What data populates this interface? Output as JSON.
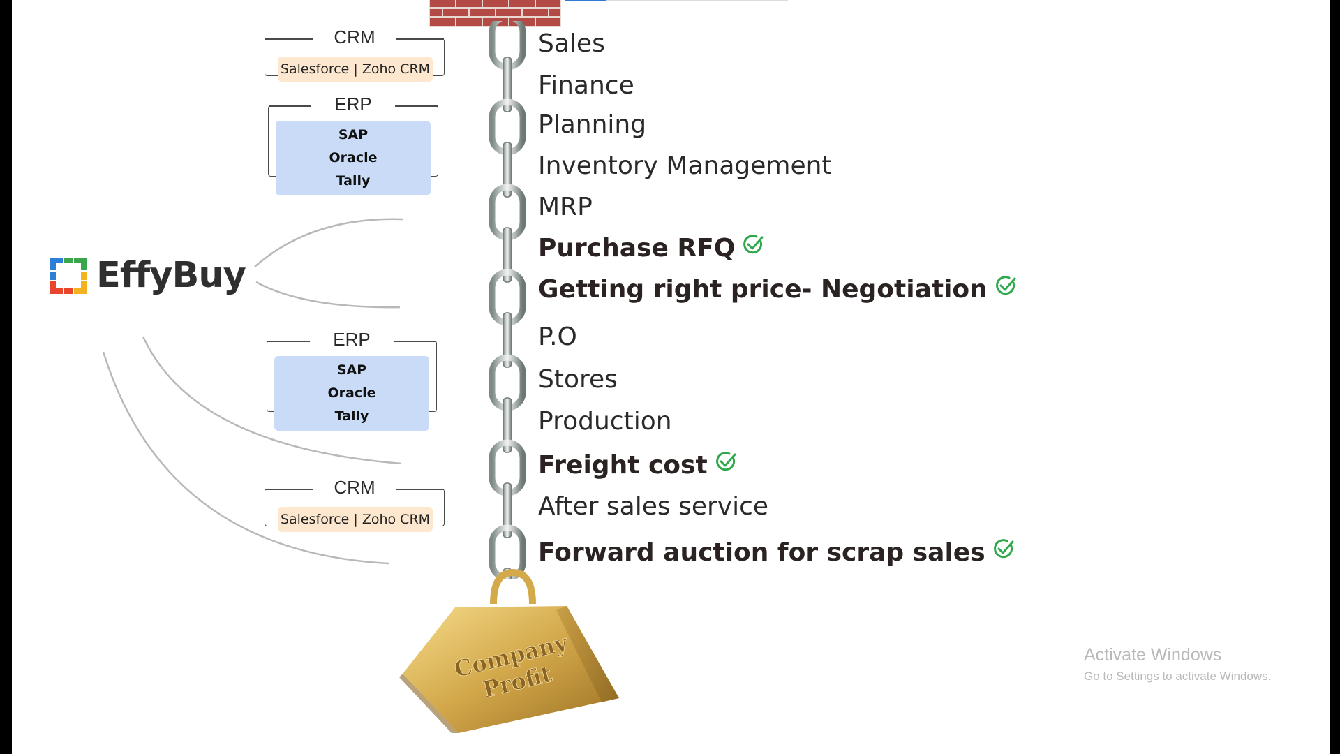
{
  "brand": {
    "name": "EffyBuy",
    "colors": {
      "red": "#e8452c",
      "blue": "#2c7fd6",
      "green": "#3aa54a",
      "yellow": "#f3b320"
    }
  },
  "left_groups": [
    {
      "title": "CRM",
      "content": "Salesforce | Zoho CRM"
    },
    {
      "title": "ERP",
      "content": [
        "SAP",
        "Oracle",
        "Tally"
      ]
    },
    {
      "title": "ERP",
      "content": [
        "SAP",
        "Oracle",
        "Tally"
      ]
    },
    {
      "title": "CRM",
      "content": "Salesforce | Zoho CRM"
    }
  ],
  "chain_items": [
    {
      "label": "Sales",
      "checked": false
    },
    {
      "label": "Finance",
      "checked": false
    },
    {
      "label": "Planning",
      "checked": false
    },
    {
      "label": "Inventory Management",
      "checked": false
    },
    {
      "label": "MRP",
      "checked": false
    },
    {
      "label": "Purchase RFQ",
      "checked": true
    },
    {
      "label": "Getting right price- Negotiation",
      "checked": true
    },
    {
      "label": "P.O",
      "checked": false
    },
    {
      "label": "Stores",
      "checked": false
    },
    {
      "label": "Production",
      "checked": false
    },
    {
      "label": "Freight cost",
      "checked": true
    },
    {
      "label": "After sales service",
      "checked": false
    },
    {
      "label": "Forward auction for scrap sales",
      "checked": true
    }
  ],
  "weight": {
    "line1": "Company",
    "line2": "Profit"
  },
  "watermark": {
    "title": "Activate Windows",
    "subtitle": "Go to Settings to activate Windows."
  },
  "colors": {
    "check": "#2fa84a",
    "wall": "#b44a45",
    "gold": "#c9a040"
  }
}
